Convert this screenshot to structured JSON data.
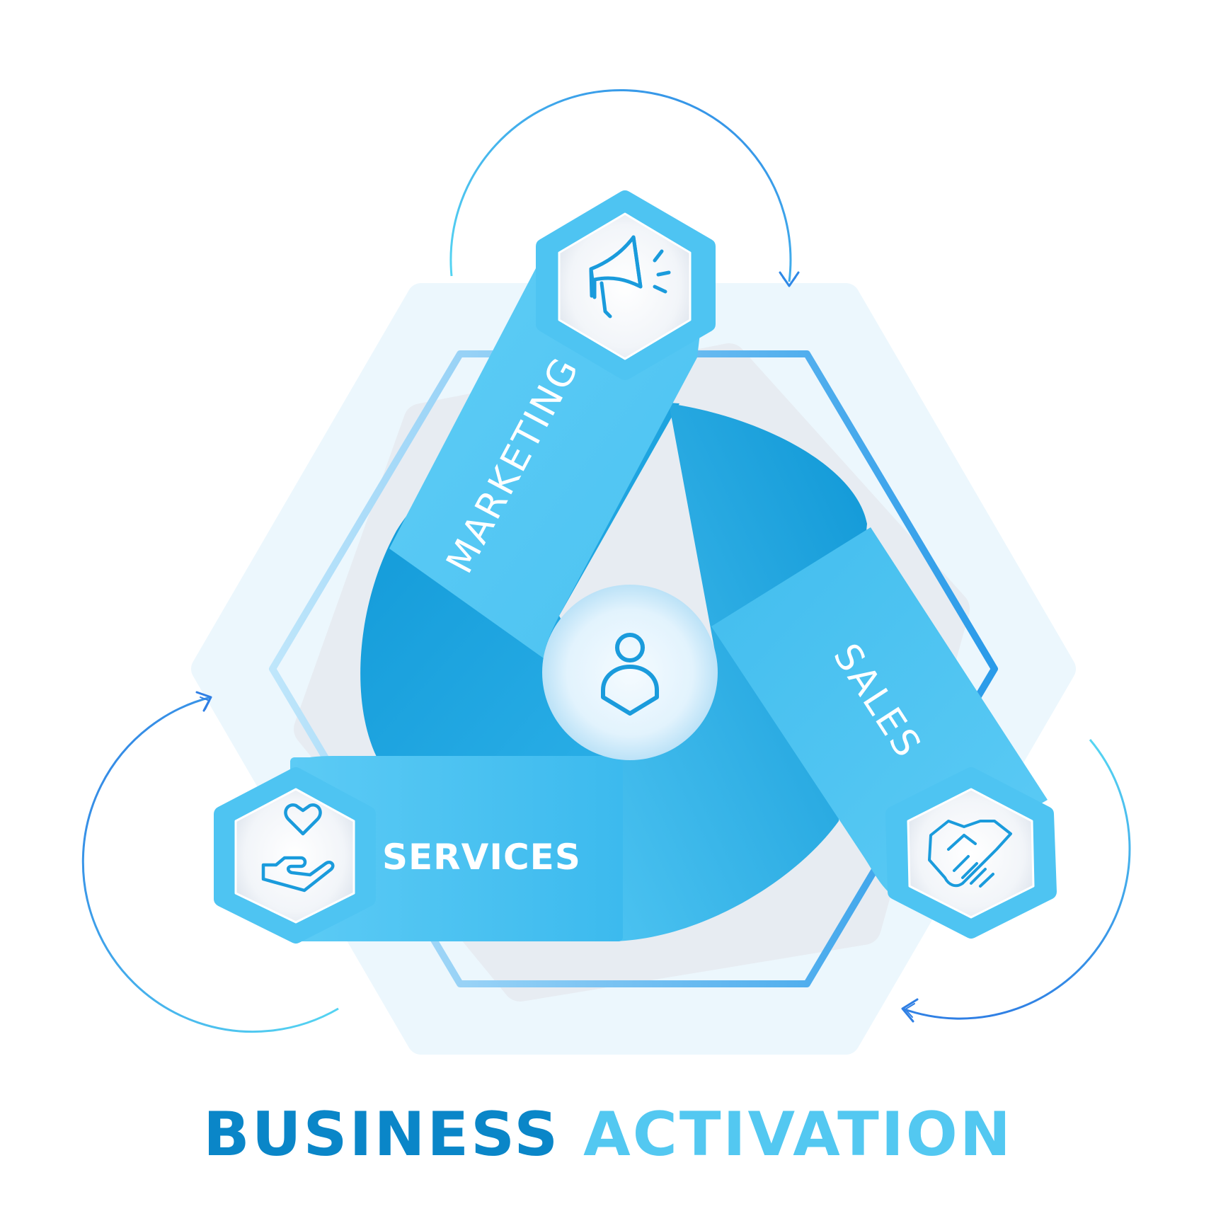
{
  "diagram": {
    "segments": [
      {
        "label": "MARKETING",
        "icon": "megaphone-icon"
      },
      {
        "label": "SALES",
        "icon": "handshake-icon"
      },
      {
        "label": "SERVICES",
        "icon": "hand-heart-icon"
      }
    ],
    "center_icon": "user-icon",
    "cycle_arrows": "clockwise"
  },
  "caption": {
    "word1": "BUSINESS",
    "word2": "ACTIVATION",
    "word1_color": "#0a86c8",
    "word2_color": "#53c8f1"
  },
  "colors": {
    "ribbon_light": "#56c9f4",
    "ribbon_dark": "#0f9ad8",
    "arrow": "#2a8fe6",
    "background_hexagon": "#eaf6fc"
  }
}
